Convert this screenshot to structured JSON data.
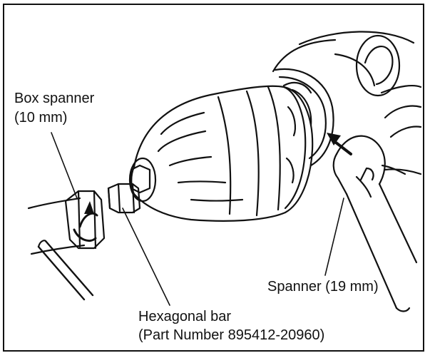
{
  "labels": {
    "box_spanner_line1": "Box spanner",
    "box_spanner_line2": "(10 mm)",
    "spanner": "Spanner (19 mm)",
    "hex_bar_line1": "Hexagonal bar",
    "hex_bar_line2": "(Part Number 895412-20960)"
  }
}
